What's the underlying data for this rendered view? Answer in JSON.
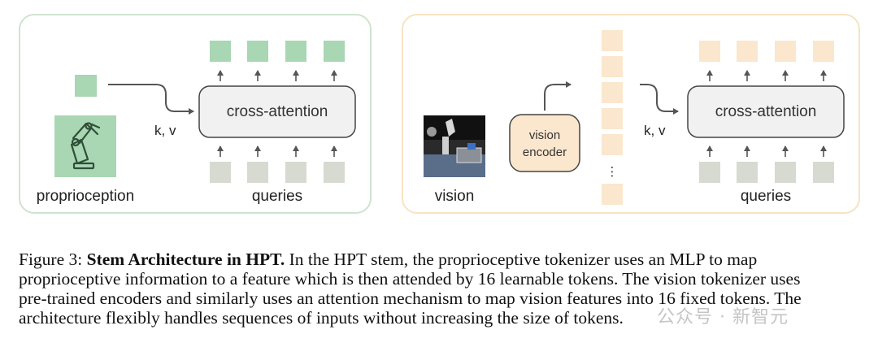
{
  "left_panel": {
    "label_input": "proprioception",
    "label_kv": "k, v",
    "label_block": "cross-attention",
    "label_queries": "queries",
    "icon": "robot-arm-icon",
    "colors": {
      "border": "#cfe3cf",
      "token": "#a9d6b3",
      "query": "#d6dad0",
      "block": "#f1f1f1"
    }
  },
  "right_panel": {
    "label_input": "vision",
    "label_encoder_line1": "vision",
    "label_encoder_line2": "encoder",
    "label_kv": "k, v",
    "label_block": "cross-attention",
    "label_queries": "queries",
    "label_ellipsis": "⋮",
    "colors": {
      "border": "#f7e3c2",
      "token": "#fbe7cd",
      "query": "#d6dad0",
      "encoder": "#fbe7cd"
    }
  },
  "caption": {
    "prefix": "Figure 3: ",
    "title": "Stem Architecture in HPT.",
    "line1": " In the HPT stem, the proprioceptive tokenizer uses an MLP to map",
    "line2": "proprioceptive information to a feature which is then attended by 16 learnable tokens. The vision tokenizer uses",
    "line3": "pre-trained encoders and similarly uses an attention mechanism to map vision features into 16 fixed tokens. The",
    "line4": "architecture flexibly handles sequences of inputs without increasing the size of tokens."
  },
  "watermark": "公众号 · 新智元"
}
